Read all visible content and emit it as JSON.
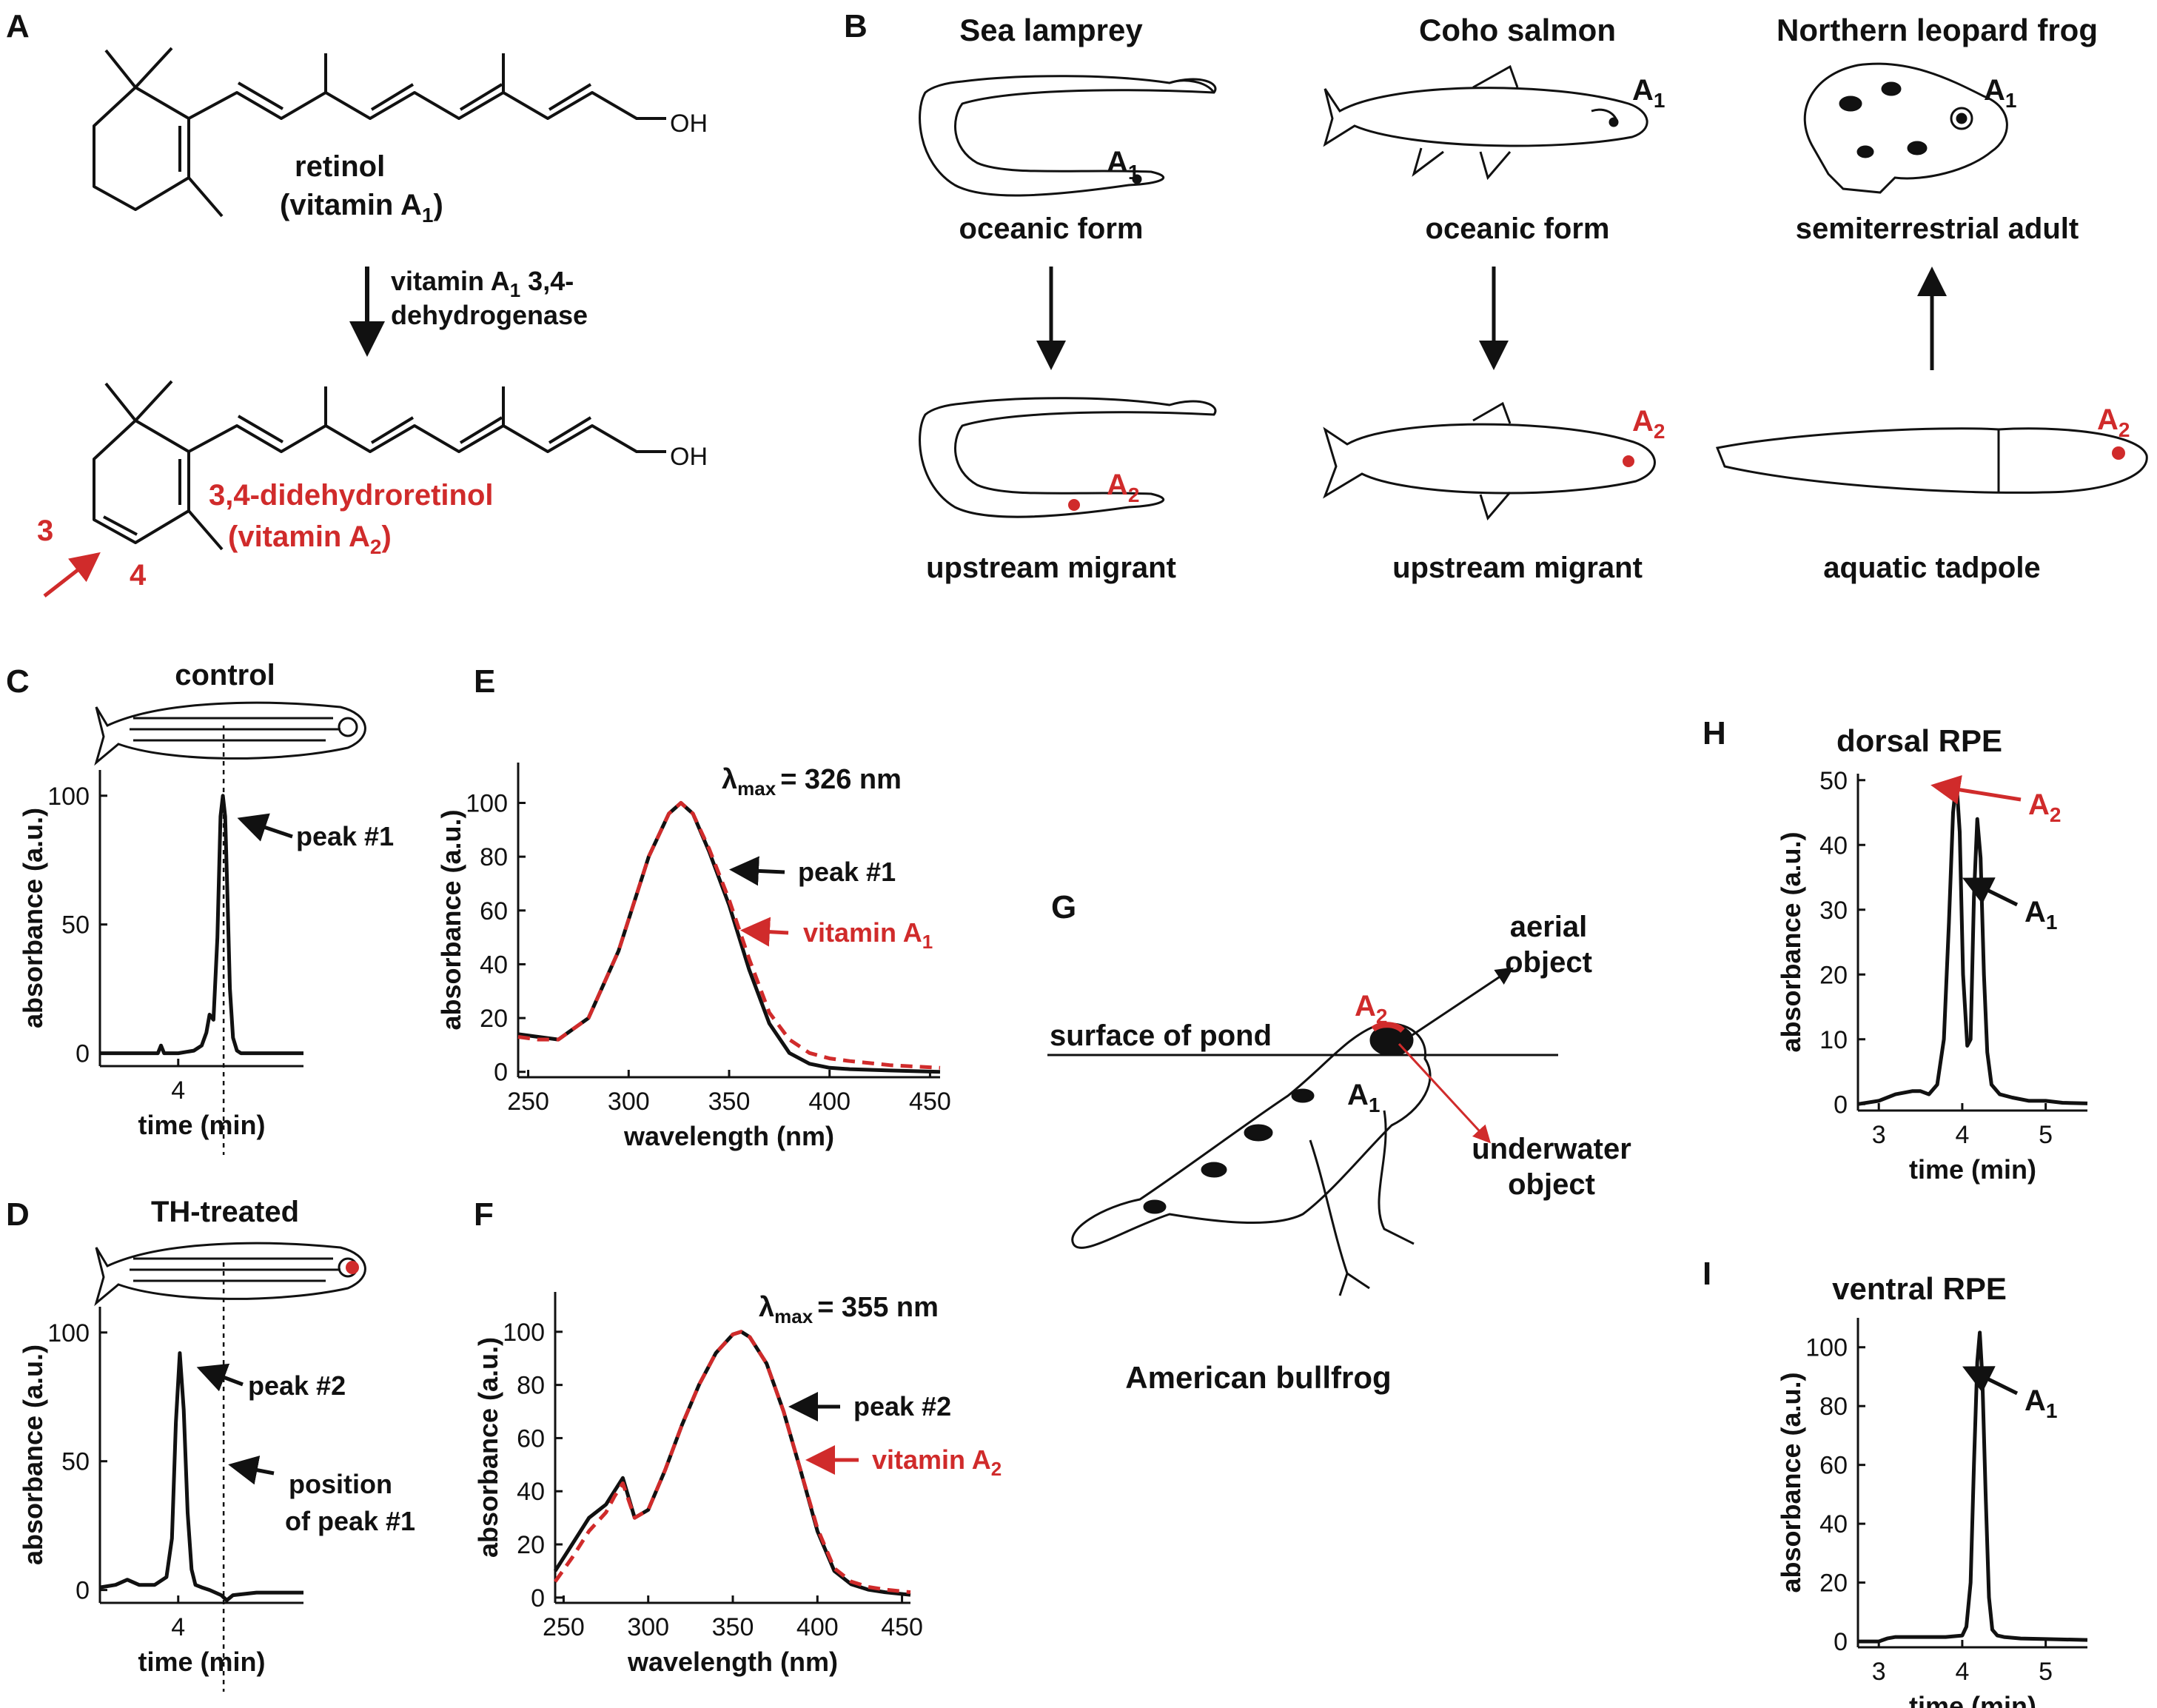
{
  "figure": {
    "colors": {
      "black": "#111111",
      "red": "#d02b2b",
      "grey": "#666666"
    },
    "panel_letters": [
      "A",
      "B",
      "C",
      "D",
      "E",
      "F",
      "G",
      "H",
      "I"
    ],
    "A": {
      "retinol_name": "retinol",
      "retinol_vitamin_pre": "(vitamin A",
      "retinol_vitamin_sub": "1",
      "retinol_vitamin_post": ")",
      "hydroxyl": "OH",
      "enzyme_line1_pre": "vitamin A",
      "enzyme_line1_sub": "1",
      "enzyme_line1_post": " 3,4-",
      "enzyme_line2": "dehydrogenase",
      "dehydro_name": "3,4-didehydroretinol",
      "dehydro_vitamin_pre": "(vitamin A",
      "dehydro_vitamin_sub": "2",
      "dehydro_vitamin_post": ")",
      "pos3": "3",
      "pos4": "4"
    },
    "B": {
      "columns": [
        {
          "title": "Sea lamprey",
          "top_label": "oceanic form",
          "bottom_label": "upstream migrant",
          "top_chrom": "1",
          "bottom_chrom": "2",
          "arrow": "down"
        },
        {
          "title": "Coho salmon",
          "top_label": "oceanic form",
          "bottom_label": "upstream migrant",
          "top_chrom": "1",
          "bottom_chrom": "2",
          "arrow": "down"
        },
        {
          "title": "Northern leopard frog",
          "top_label": "semiterrestrial adult",
          "bottom_label": "aquatic tadpole",
          "top_chrom": "1",
          "bottom_chrom": "2",
          "arrow": "up"
        }
      ],
      "chrom_letter": "A"
    },
    "C": {
      "title": "control",
      "peak_label": "peak #1"
    },
    "D": {
      "title": "TH-treated",
      "peak_label": "peak #2",
      "position_label_1": "position",
      "position_label_2": "of peak #1"
    },
    "E": {
      "lambda": "λ",
      "lambda_sub": "max",
      "lambda_value": "= 326 nm",
      "label_black": "peak #1",
      "label_red_pre": "vitamin A",
      "label_red_sub": "1"
    },
    "F": {
      "lambda": "λ",
      "lambda_sub": "max",
      "lambda_value": "= 355 nm",
      "label_black": "peak #2",
      "label_red_pre": "vitamin A",
      "label_red_sub": "2"
    },
    "G": {
      "surface": "surface of pond",
      "aerial_1": "aerial",
      "aerial_2": "object",
      "underwater_1": "underwater",
      "underwater_2": "object",
      "caption": "American bullfrog",
      "chrom_letter": "A",
      "upper_sub": "2",
      "lower_sub": "1"
    },
    "H": {
      "title": "dorsal RPE",
      "chrom_letter": "A",
      "red_sub": "2",
      "black_sub": "1"
    },
    "I": {
      "title": "ventral RPE",
      "chrom_letter": "A",
      "black_sub": "1"
    }
  },
  "chart_data": [
    {
      "panel": "C",
      "type": "line",
      "title": "control",
      "xlabel": "time (min)",
      "ylabel": "absorbance (a.u.)",
      "xlim": [
        3.0,
        5.6
      ],
      "ylim": [
        -5,
        110
      ],
      "xticks": [
        4
      ],
      "yticks": [
        0,
        50,
        100
      ],
      "reference_line_x": 4.58,
      "series": [
        {
          "color": "#111111",
          "style": "solid",
          "x": [
            3.0,
            3.5,
            3.74,
            3.78,
            3.82,
            4.0,
            4.2,
            4.3,
            4.36,
            4.4,
            4.45,
            4.5,
            4.54,
            4.57,
            4.6,
            4.63,
            4.66,
            4.7,
            4.75,
            4.8,
            5.0,
            5.3,
            5.6
          ],
          "y": [
            0,
            0,
            0,
            3,
            0,
            0,
            1,
            3,
            8,
            15,
            13,
            45,
            92,
            100,
            92,
            60,
            25,
            6,
            1,
            0,
            0,
            0,
            0
          ]
        }
      ]
    },
    {
      "panel": "D",
      "type": "line",
      "title": "TH-treated",
      "xlabel": "time (min)",
      "ylabel": "absorbance (a.u.)",
      "xlim": [
        3.0,
        5.6
      ],
      "ylim": [
        -5,
        110
      ],
      "xticks": [
        4
      ],
      "yticks": [
        0,
        50,
        100
      ],
      "reference_line_x": 4.58,
      "series": [
        {
          "color": "#111111",
          "style": "solid",
          "x": [
            3.0,
            3.2,
            3.35,
            3.5,
            3.7,
            3.85,
            3.92,
            3.97,
            4.02,
            4.07,
            4.12,
            4.17,
            4.22,
            4.3,
            4.4,
            4.55,
            4.62,
            4.7,
            5.0,
            5.3,
            5.6
          ],
          "y": [
            1,
            2,
            4,
            2,
            2,
            5,
            20,
            65,
            92,
            70,
            30,
            8,
            2,
            1,
            0,
            -2,
            -4,
            -2,
            -1,
            -1,
            -1
          ]
        }
      ]
    },
    {
      "panel": "E",
      "type": "line",
      "xlabel": "wavelength (nm)",
      "ylabel": "absorbance (a.u.)",
      "xlim": [
        245,
        455
      ],
      "ylim": [
        -2,
        115
      ],
      "xticks": [
        250,
        300,
        350,
        400,
        450
      ],
      "yticks": [
        0,
        20,
        40,
        60,
        80,
        100
      ],
      "series": [
        {
          "name": "peak #1",
          "color": "#111111",
          "style": "solid",
          "x": [
            245,
            255,
            265,
            280,
            295,
            310,
            320,
            326,
            332,
            340,
            350,
            360,
            370,
            380,
            390,
            400,
            410,
            430,
            455
          ],
          "y": [
            14,
            13,
            12,
            20,
            45,
            80,
            96,
            100,
            96,
            82,
            62,
            38,
            18,
            7,
            3,
            1.5,
            1,
            0.5,
            0
          ]
        },
        {
          "name": "vitamin A1",
          "color": "#d02b2b",
          "style": "dashed",
          "x": [
            245,
            255,
            265,
            280,
            295,
            310,
            320,
            326,
            332,
            340,
            350,
            360,
            370,
            380,
            390,
            400,
            410,
            430,
            455
          ],
          "y": [
            13,
            12,
            12,
            20,
            45,
            80,
            96,
            100,
            96,
            83,
            64,
            42,
            22,
            12,
            7,
            5,
            4,
            2.5,
            1.5
          ]
        }
      ]
    },
    {
      "panel": "F",
      "type": "line",
      "xlabel": "wavelength (nm)",
      "ylabel": "absorbance (a.u.)",
      "xlim": [
        245,
        455
      ],
      "ylim": [
        -2,
        115
      ],
      "xticks": [
        250,
        300,
        350,
        400,
        450
      ],
      "yticks": [
        0,
        20,
        40,
        60,
        80,
        100
      ],
      "series": [
        {
          "name": "peak #2",
          "color": "#111111",
          "style": "solid",
          "x": [
            245,
            255,
            265,
            275,
            280,
            285,
            292,
            300,
            310,
            320,
            330,
            340,
            350,
            355,
            360,
            370,
            380,
            390,
            400,
            410,
            420,
            430,
            440,
            455
          ],
          "y": [
            10,
            20,
            30,
            35,
            40,
            45,
            30,
            33,
            48,
            65,
            80,
            92,
            99,
            100,
            98,
            88,
            70,
            48,
            25,
            10,
            5,
            3,
            2,
            1
          ]
        },
        {
          "name": "vitamin A2",
          "color": "#d02b2b",
          "style": "dashed",
          "x": [
            245,
            255,
            265,
            275,
            280,
            285,
            292,
            300,
            310,
            320,
            330,
            340,
            350,
            355,
            360,
            370,
            380,
            390,
            400,
            410,
            420,
            430,
            440,
            455
          ],
          "y": [
            6,
            15,
            25,
            32,
            38,
            43,
            30,
            33,
            48,
            65,
            80,
            92,
            99,
            100,
            98,
            88,
            70,
            48,
            26,
            11,
            6,
            4,
            3,
            2
          ]
        }
      ]
    },
    {
      "panel": "H",
      "type": "line",
      "title": "dorsal RPE",
      "xlabel": "time (min)",
      "ylabel": "absorbance (a.u.)",
      "xlim": [
        2.75,
        5.5
      ],
      "ylim": [
        -1,
        51
      ],
      "xticks": [
        3,
        4,
        5
      ],
      "yticks": [
        0,
        10,
        20,
        30,
        40,
        50
      ],
      "series": [
        {
          "color": "#111111",
          "style": "solid",
          "x": [
            2.75,
            3.0,
            3.2,
            3.4,
            3.5,
            3.6,
            3.7,
            3.78,
            3.84,
            3.89,
            3.93,
            3.97,
            4.01,
            4.06,
            4.1,
            4.14,
            4.18,
            4.22,
            4.26,
            4.3,
            4.35,
            4.45,
            4.6,
            4.8,
            5.0,
            5.2,
            5.5
          ],
          "y": [
            0,
            0.5,
            1.5,
            2,
            2,
            1.5,
            3,
            10,
            28,
            45,
            50,
            42,
            20,
            9,
            10,
            32,
            44,
            38,
            20,
            8,
            3,
            1.5,
            1,
            0.5,
            0.5,
            0.2,
            0.1
          ]
        }
      ]
    },
    {
      "panel": "I",
      "type": "line",
      "title": "ventral RPE",
      "xlabel": "time (min)",
      "ylabel": "absorbance (a.u.)",
      "xlim": [
        2.75,
        5.5
      ],
      "ylim": [
        -2,
        110
      ],
      "xticks": [
        3,
        4,
        5
      ],
      "yticks": [
        0,
        20,
        40,
        60,
        80,
        100
      ],
      "series": [
        {
          "color": "#111111",
          "style": "solid",
          "x": [
            2.75,
            3.0,
            3.1,
            3.2,
            3.5,
            3.8,
            4.0,
            4.05,
            4.1,
            4.14,
            4.18,
            4.21,
            4.24,
            4.28,
            4.32,
            4.36,
            4.42,
            4.5,
            4.7,
            5.0,
            5.5
          ],
          "y": [
            0,
            0,
            1,
            1.5,
            1.5,
            1.5,
            2,
            5,
            20,
            60,
            95,
            105,
            90,
            50,
            15,
            4,
            2,
            1.5,
            1,
            0.8,
            0.5
          ]
        }
      ]
    }
  ]
}
